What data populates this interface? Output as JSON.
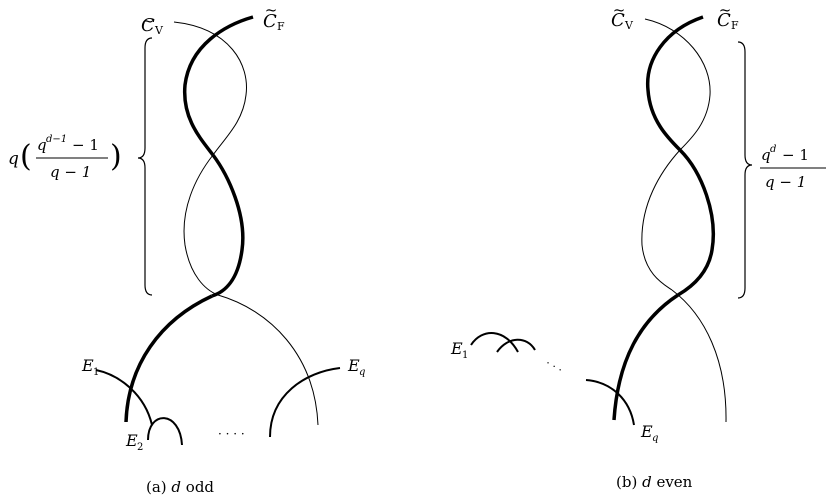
{
  "panel_a": {
    "label_cv_base": "C",
    "label_cv_sub": "V",
    "label_cf_base": "C",
    "label_cf_sub": "F",
    "brace_label": {
      "prefix": "q",
      "num_base": "q",
      "num_exp": "d−1",
      "num_rest": "− 1",
      "den": "q − 1"
    },
    "E1_base": "E",
    "E1_sub": "1",
    "E2_base": "E",
    "E2_sub": "2",
    "Eq_base": "E",
    "Eq_sub": "q",
    "dots": "· · · ·",
    "caption_prefix": "(a) ",
    "caption_var": "d",
    "caption_rest": " odd"
  },
  "panel_b": {
    "label_cv_base": "C",
    "label_cv_sub": "V",
    "label_cf_base": "C",
    "label_cf_sub": "F",
    "brace_label": {
      "num_base": "q",
      "num_exp": "d",
      "num_rest": "− 1",
      "den": "q − 1"
    },
    "E1_base": "E",
    "E1_sub": "1",
    "Eq_base": "E",
    "Eq_sub": "q",
    "dots": "· · ·",
    "caption_prefix": "(b) ",
    "caption_var": "d",
    "caption_rest": " even"
  }
}
